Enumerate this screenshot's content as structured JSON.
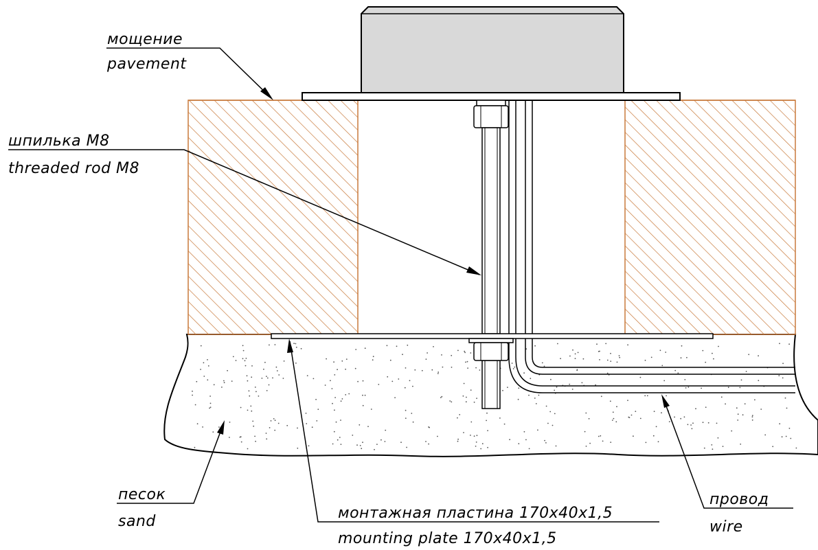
{
  "labels": {
    "pavement_ru": "мощение",
    "pavement_en": "pavement",
    "rod_ru": "шпилька М8",
    "rod_en": "threaded rod M8",
    "sand_ru": "песок",
    "sand_en": "sand",
    "plate_ru": "монтажная пластина 170x40x1,5",
    "plate_en": "mounting plate 170x40x1,5",
    "wire_ru": "провод",
    "wire_en": "wire"
  },
  "colors": {
    "hatch": "#c8793a",
    "device_fill": "#d9d9d9",
    "line": "#000000",
    "sand_dots": "#555555"
  }
}
